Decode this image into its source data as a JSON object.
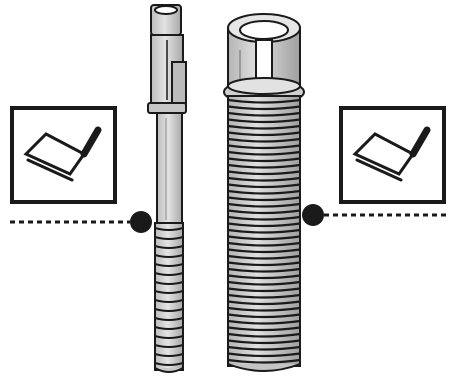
{
  "figure": {
    "kind": "assembly-illustration",
    "parts": [
      {
        "id": "thin-rod",
        "icon": "slim-threaded-rod-icon"
      },
      {
        "id": "thick-sleeve",
        "icon": "threaded-sleeve-icon"
      }
    ],
    "cut_markers": [
      {
        "side": "left",
        "icon": "hacksaw-icon"
      },
      {
        "side": "right",
        "icon": "hacksaw-icon"
      }
    ],
    "colors": {
      "part_fill": "#d2d2d2",
      "part_shade": "#a9a9a9",
      "outline": "#1a1a1a",
      "background": "#ffffff"
    }
  }
}
